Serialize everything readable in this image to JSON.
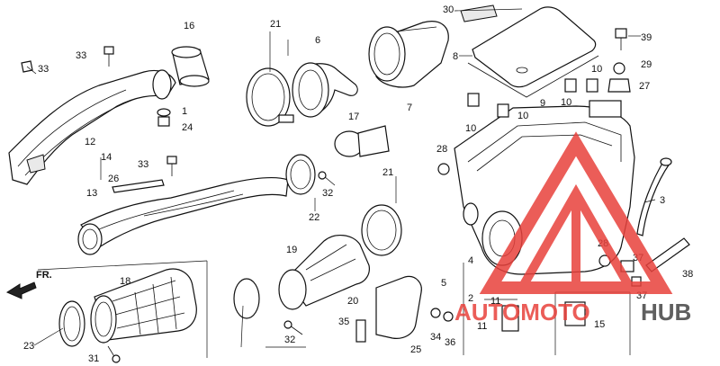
{
  "callouts": [
    "1",
    "2",
    "3",
    "4",
    "5",
    "6",
    "7",
    "8",
    "9",
    "10",
    "10",
    "10",
    "10",
    "11",
    "11",
    "12",
    "13",
    "14",
    "15",
    "16",
    "17",
    "18",
    "19",
    "20",
    "21",
    "21",
    "22",
    "23",
    "24",
    "25",
    "26",
    "27",
    "28",
    "28",
    "29",
    "30",
    "31",
    "32",
    "32",
    "33",
    "33",
    "33",
    "34",
    "35",
    "36",
    "37",
    "37",
    "38",
    "39"
  ],
  "direction_label": "FR.",
  "watermark": {
    "brand_part1": "AUTOMOTO",
    "brand_part2": "HUB",
    "color_primary": "#e8413c",
    "color_secondary": "#444444"
  }
}
